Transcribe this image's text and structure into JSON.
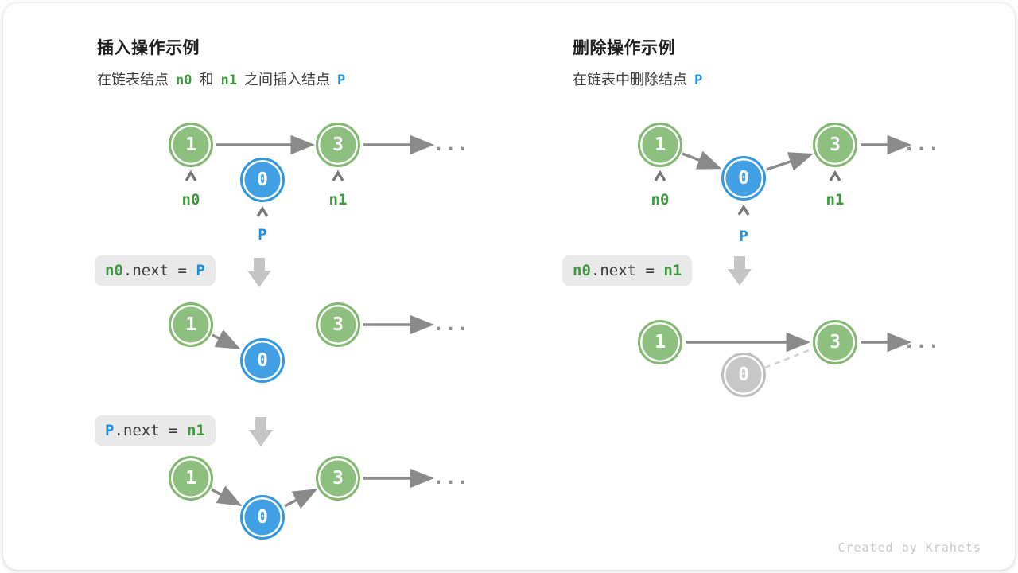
{
  "footer": "Created by Krahets",
  "colors": {
    "node_green": "#8DBF7E",
    "node_blue": "#41A0E4",
    "node_gray": "#C7C7C7",
    "text_green": "#3E9A3F",
    "text_blue": "#1E8FE0",
    "arrow_gray": "#8A8A8A",
    "code_bg": "#E9E9E9",
    "block_arrow": "#C5C5C5"
  },
  "nodes": {
    "one": "1",
    "zero": "0",
    "three": "3"
  },
  "ellipsis": "...",
  "insert": {
    "title": "插入操作示例",
    "subtitle": {
      "t1": "在链表结点",
      "n0": "n0",
      "t2": "和",
      "n1": "n1",
      "t3": "之间插入结点",
      "p": "P"
    },
    "labels": {
      "n0": "n0",
      "n1": "n1",
      "p": "P"
    },
    "code1": {
      "a": "n0",
      "b": ".next = ",
      "c": "P"
    },
    "code2": {
      "a": "P",
      "b": ".next = ",
      "c": "n1"
    }
  },
  "delete": {
    "title": "删除操作示例",
    "subtitle": {
      "t1": "在链表中删除结点",
      "p": "P"
    },
    "labels": {
      "n0": "n0",
      "n1": "n1",
      "p": "P"
    },
    "code1": {
      "a": "n0",
      "b": ".next = ",
      "c": "n1"
    }
  }
}
